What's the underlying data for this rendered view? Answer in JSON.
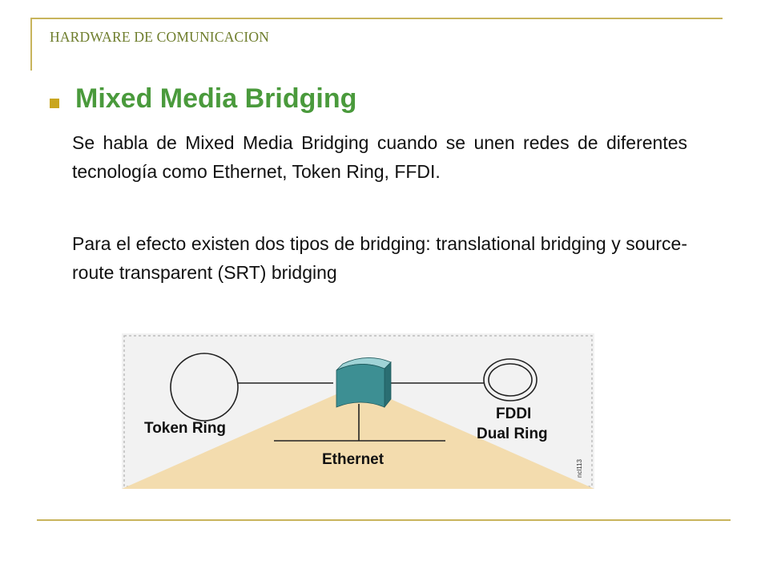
{
  "header": {
    "title": "HARDWARE DE COMUNICACION"
  },
  "slide": {
    "title": "Mixed Media Bridging",
    "paragraph1": "Se habla de Mixed Media Bridging cuando se unen redes de diferentes tecnología como Ethernet, Token Ring, FFDI.",
    "paragraph2": "Para el efecto existen dos tipos de bridging: translational bridging y source-route transparent (SRT) bridging"
  },
  "diagram": {
    "token_ring_label": "Token Ring",
    "fddi_label_1": "FDDI",
    "fddi_label_2": "Dual Ring",
    "ethernet_label": "Ethernet",
    "figure_code": "ncl113",
    "colors": {
      "ethernet_fill": "#f3dcae",
      "bridge_front": "#3d8f93",
      "bridge_top": "#9fd3d6",
      "bridge_side": "#2a6e72",
      "background": "#f2f2f2"
    }
  }
}
